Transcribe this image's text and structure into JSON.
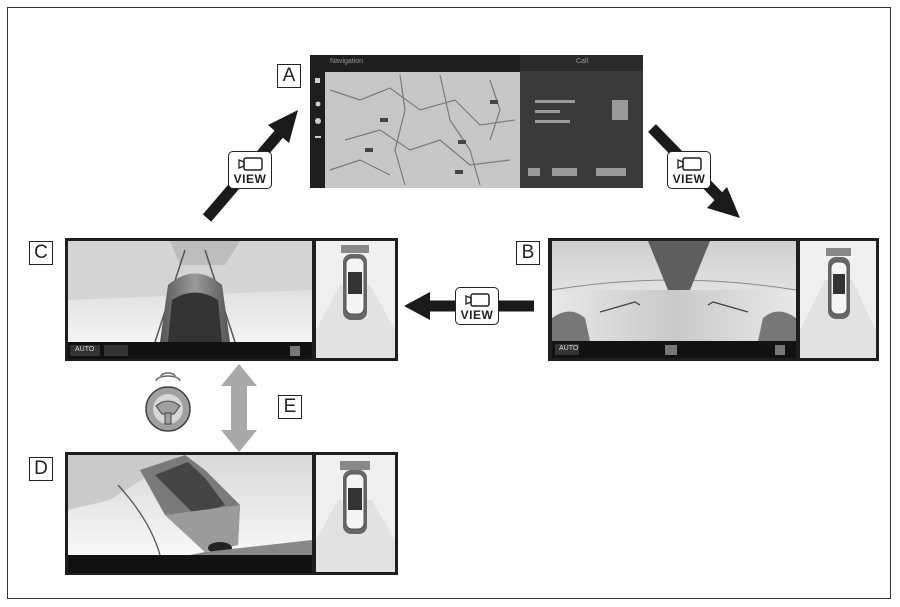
{
  "labels": {
    "a": "A",
    "b": "B",
    "c": "C",
    "d": "D",
    "e": "E"
  },
  "view_button": {
    "text": "VIEW",
    "icon": "camera-view-icon"
  },
  "screen_a": {
    "title": "Navigation",
    "right_title": "Call",
    "icon": "map-icon"
  },
  "auto_label": "AUTO",
  "colors": {
    "screen_dark": "#1e1e1e",
    "arrow_dark": "#1a1a1a",
    "arrow_gray": "#a8a8a8"
  }
}
